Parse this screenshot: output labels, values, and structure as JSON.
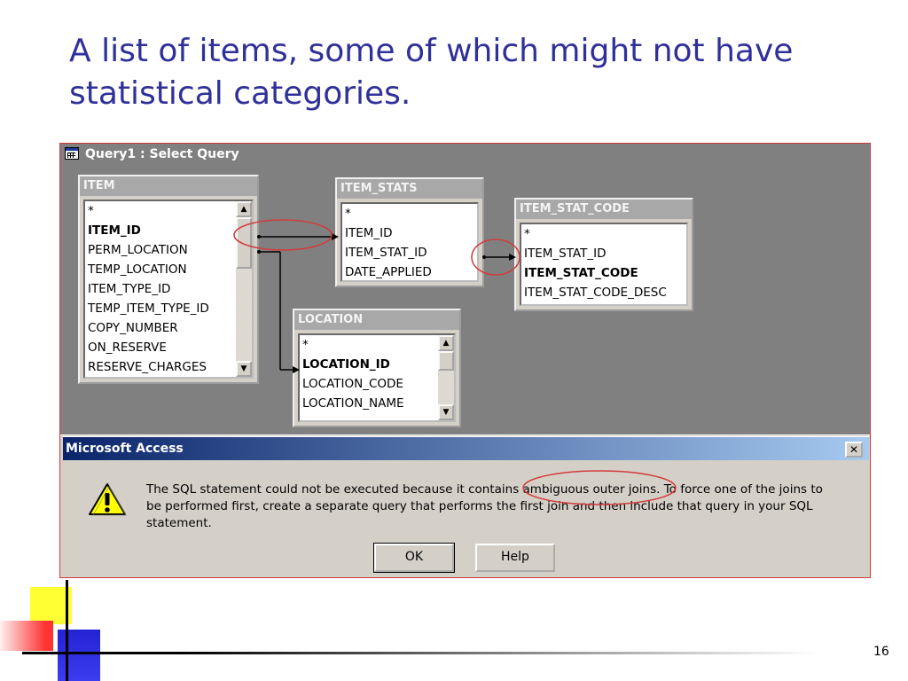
{
  "slide": {
    "title": "A list of items, some of which might not have statistical categories.",
    "page_number": "16"
  },
  "query_window": {
    "title": "Query1 : Select Query",
    "icon": "query-window-icon"
  },
  "tables": {
    "item": {
      "name": "ITEM",
      "fields": [
        {
          "label": "*",
          "key": false
        },
        {
          "label": "ITEM_ID",
          "key": true
        },
        {
          "label": "PERM_LOCATION",
          "key": false
        },
        {
          "label": "TEMP_LOCATION",
          "key": false
        },
        {
          "label": "ITEM_TYPE_ID",
          "key": false
        },
        {
          "label": "TEMP_ITEM_TYPE_ID",
          "key": false
        },
        {
          "label": "COPY_NUMBER",
          "key": false
        },
        {
          "label": "ON_RESERVE",
          "key": false
        },
        {
          "label": "RESERVE_CHARGES",
          "key": false
        }
      ]
    },
    "item_stats": {
      "name": "ITEM_STATS",
      "fields": [
        {
          "label": "*",
          "key": false
        },
        {
          "label": "ITEM_ID",
          "key": false
        },
        {
          "label": "ITEM_STAT_ID",
          "key": false
        },
        {
          "label": "DATE_APPLIED",
          "key": false
        }
      ]
    },
    "item_stat_code": {
      "name": "ITEM_STAT_CODE",
      "fields": [
        {
          "label": "*",
          "key": false
        },
        {
          "label": "ITEM_STAT_ID",
          "key": false
        },
        {
          "label": "ITEM_STAT_CODE",
          "key": true
        },
        {
          "label": "ITEM_STAT_CODE_DESC",
          "key": false
        }
      ]
    },
    "location": {
      "name": "LOCATION",
      "fields": [
        {
          "label": "*",
          "key": false
        },
        {
          "label": "LOCATION_ID",
          "key": true
        },
        {
          "label": "LOCATION_CODE",
          "key": false
        },
        {
          "label": "LOCATION_NAME",
          "key": false
        }
      ]
    }
  },
  "dialog": {
    "title": "Microsoft Access",
    "close_label": "✕",
    "icon": "warning-icon",
    "message_line1": "The SQL statement could not be executed because it contains ambiguous outer joins. To force one of the joins to",
    "message_line2": "be performed first, create a separate query that performs the first join and then include that query in your SQL",
    "message_line3": "statement.",
    "ok_label": "OK",
    "help_label": "Help"
  },
  "colors": {
    "slide_title": "#30309a",
    "highlight": "#d43a3a",
    "dialog_title_start": "#0a246a",
    "dialog_title_end": "#a6caf0"
  }
}
